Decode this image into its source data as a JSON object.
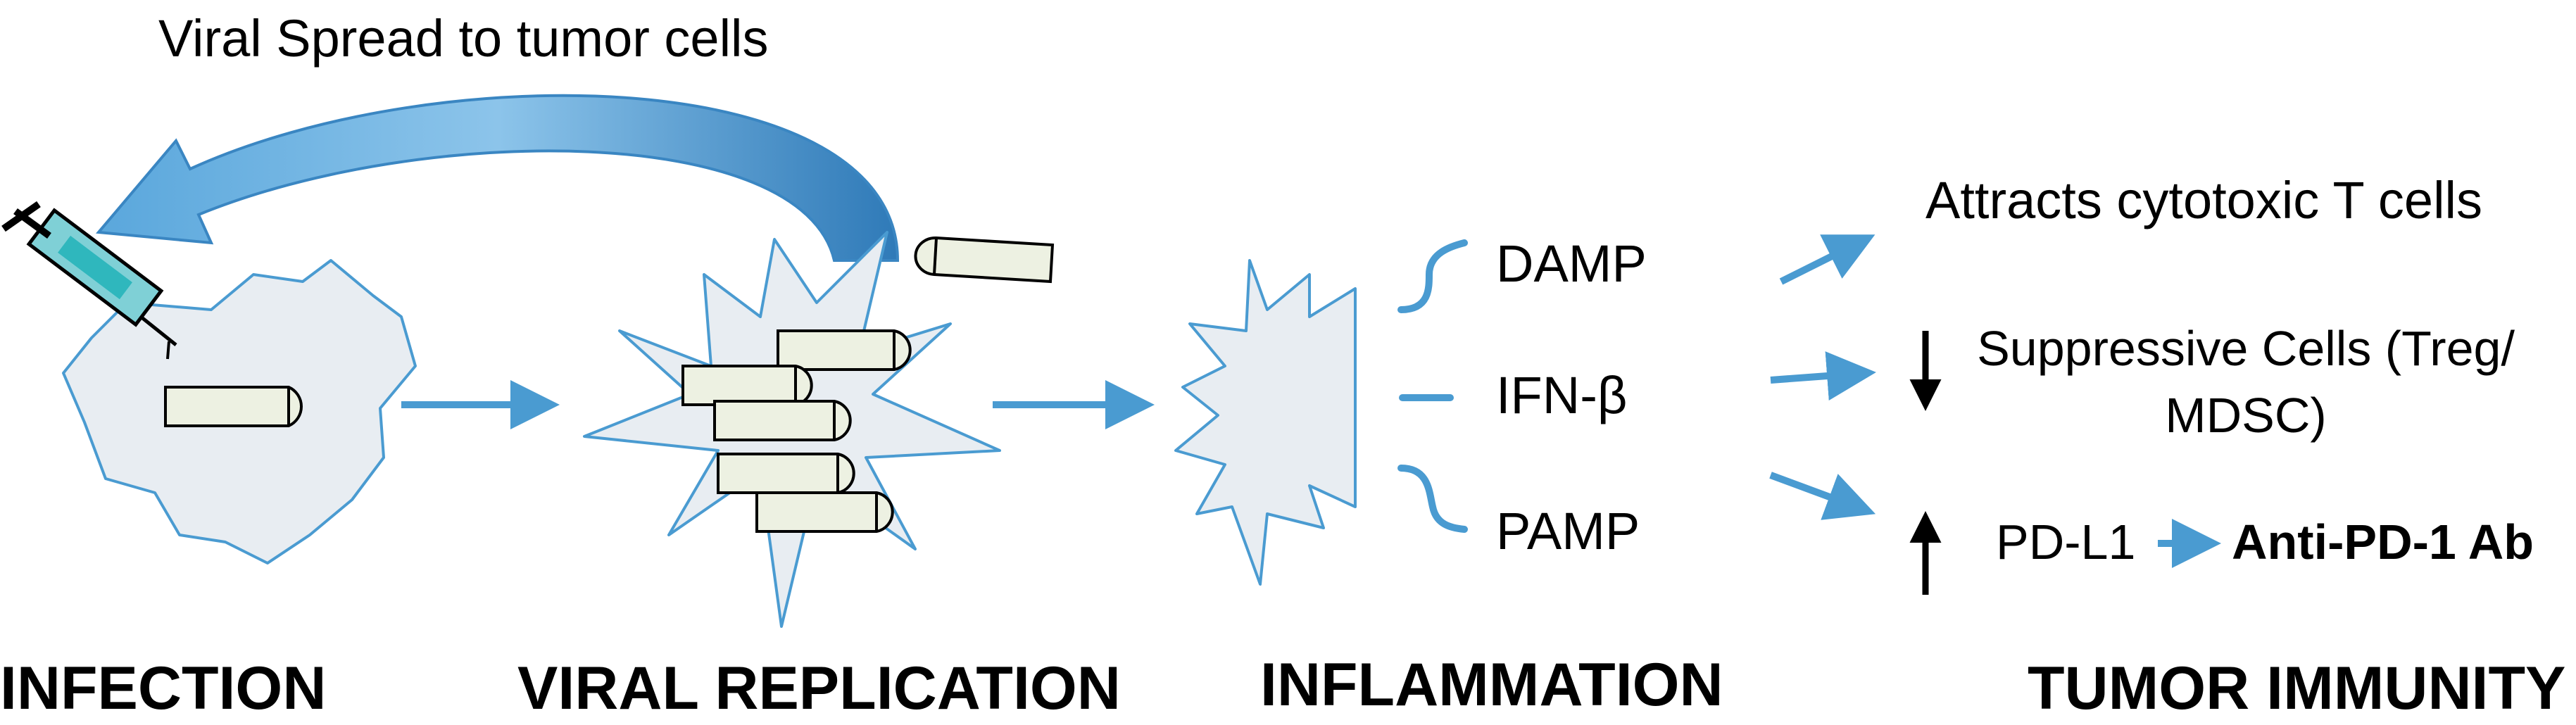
{
  "arc_label": "Viral Spread to tumor cells",
  "stages": {
    "infection": "INFECTION",
    "viral_replication": "VIRAL REPLICATION",
    "inflammation": "INFLAMMATION",
    "tumor_immunity": "TUMOR IMMUNITY"
  },
  "signals": {
    "damp": "DAMP",
    "ifn": "IFN-β",
    "pamp": "PAMP"
  },
  "outcomes": {
    "attracts": "Attracts cytotoxic T cells",
    "suppressive_line1": "Suppressive Cells (Treg/",
    "suppressive_line2": "MDSC)",
    "pdl1": "PD-L1",
    "anti_pd1": "Anti-PD-1 Ab"
  },
  "colors": {
    "accent_blue": "#4a9bd1",
    "cell_fill": "#e8edf2",
    "virus_fill": "#edf1e2"
  },
  "icons": [
    "syringe-icon",
    "virus-particle-icon",
    "up-arrow-icon",
    "down-arrow-icon"
  ]
}
